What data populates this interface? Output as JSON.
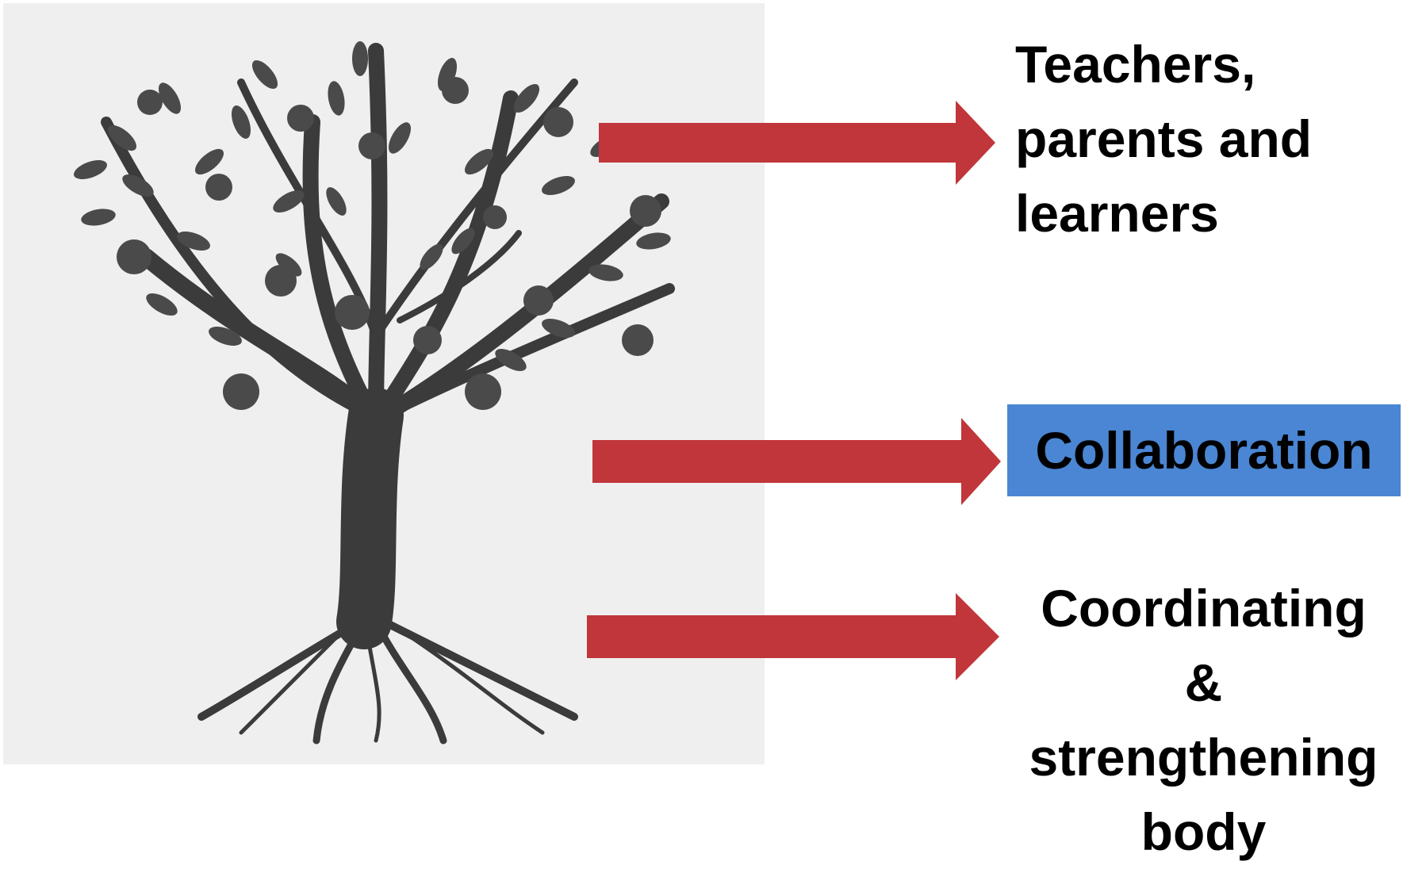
{
  "diagram": {
    "image": {
      "icon": "tree-with-apples-and-roots"
    },
    "arrow_color": "#c0363a",
    "highlight_color": "#4a86d4",
    "labels": {
      "top": {
        "line1": "Teachers,",
        "line2": "parents and",
        "line3": "learners"
      },
      "middle": {
        "text": "Collaboration"
      },
      "bottom": {
        "line1": "Coordinating",
        "line2": "&",
        "line3": "strengthening",
        "line4": "body"
      }
    }
  }
}
